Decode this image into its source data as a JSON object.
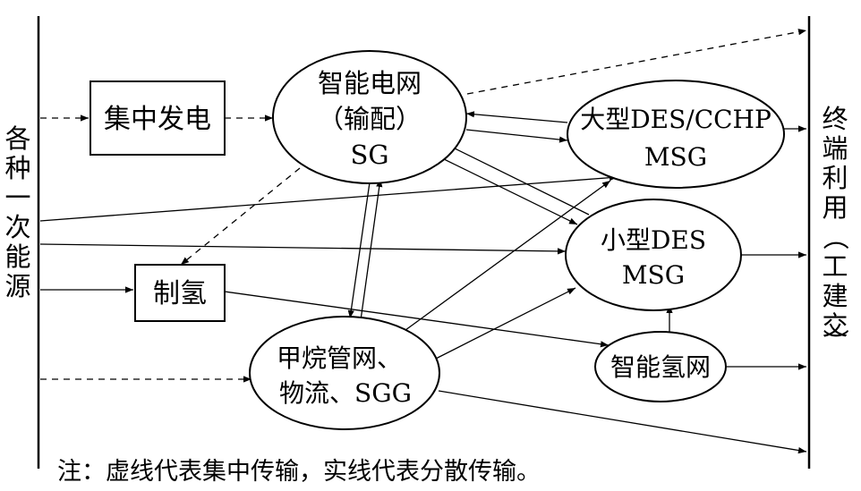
{
  "left_column": "各种一次能源",
  "right_column": "终端利用（工建交）",
  "nodes": {
    "central_generation": "集中发电",
    "hydrogen_production": "制氢",
    "smart_grid": [
      "智能电网",
      "（输配）",
      "SG"
    ],
    "large_des": [
      "大型DES/CCHP",
      "MSG"
    ],
    "small_des": [
      "小型DES",
      "MSG"
    ],
    "methane_network": [
      "甲烷管网、",
      "物流、SGG"
    ],
    "hydrogen_network": "智能氢网"
  },
  "note": "注：虚线代表集中传输，实线代表分散传输。"
}
